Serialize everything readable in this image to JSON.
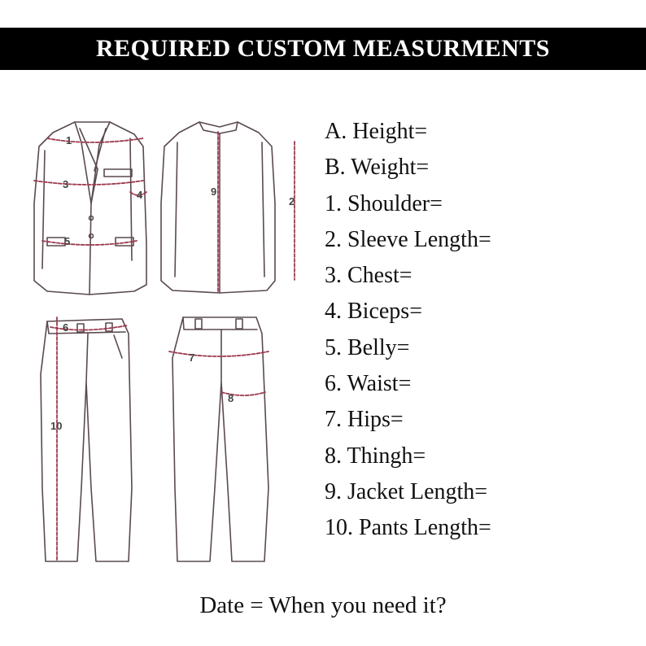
{
  "header": {
    "title": "REQUIRED CUSTOM MEASURMENTS"
  },
  "measurements": [
    "A. Height=",
    "B. Weight=",
    "1. Shoulder=",
    "2. Sleeve Length=",
    "3. Chest=",
    "4. Biceps=",
    "5. Belly=",
    "6. Waist=",
    "7. Hips=",
    "8. Thingh=",
    "9. Jacket Length=",
    "10. Pants Length="
  ],
  "footer": {
    "date_text": "Date = When you need it?"
  },
  "diagram_labels": {
    "shoulder": "1",
    "sleeve": "2",
    "chest": "3",
    "biceps": "4",
    "belly": "5",
    "waist": "6",
    "hips": "7",
    "thigh": "8",
    "jacket_length": "9",
    "pants_length": "10"
  },
  "colors": {
    "banner_bg": "#000000",
    "banner_text": "#ffffff",
    "outline": "#5a4a4e",
    "measure_line": "#9c3a4e"
  }
}
